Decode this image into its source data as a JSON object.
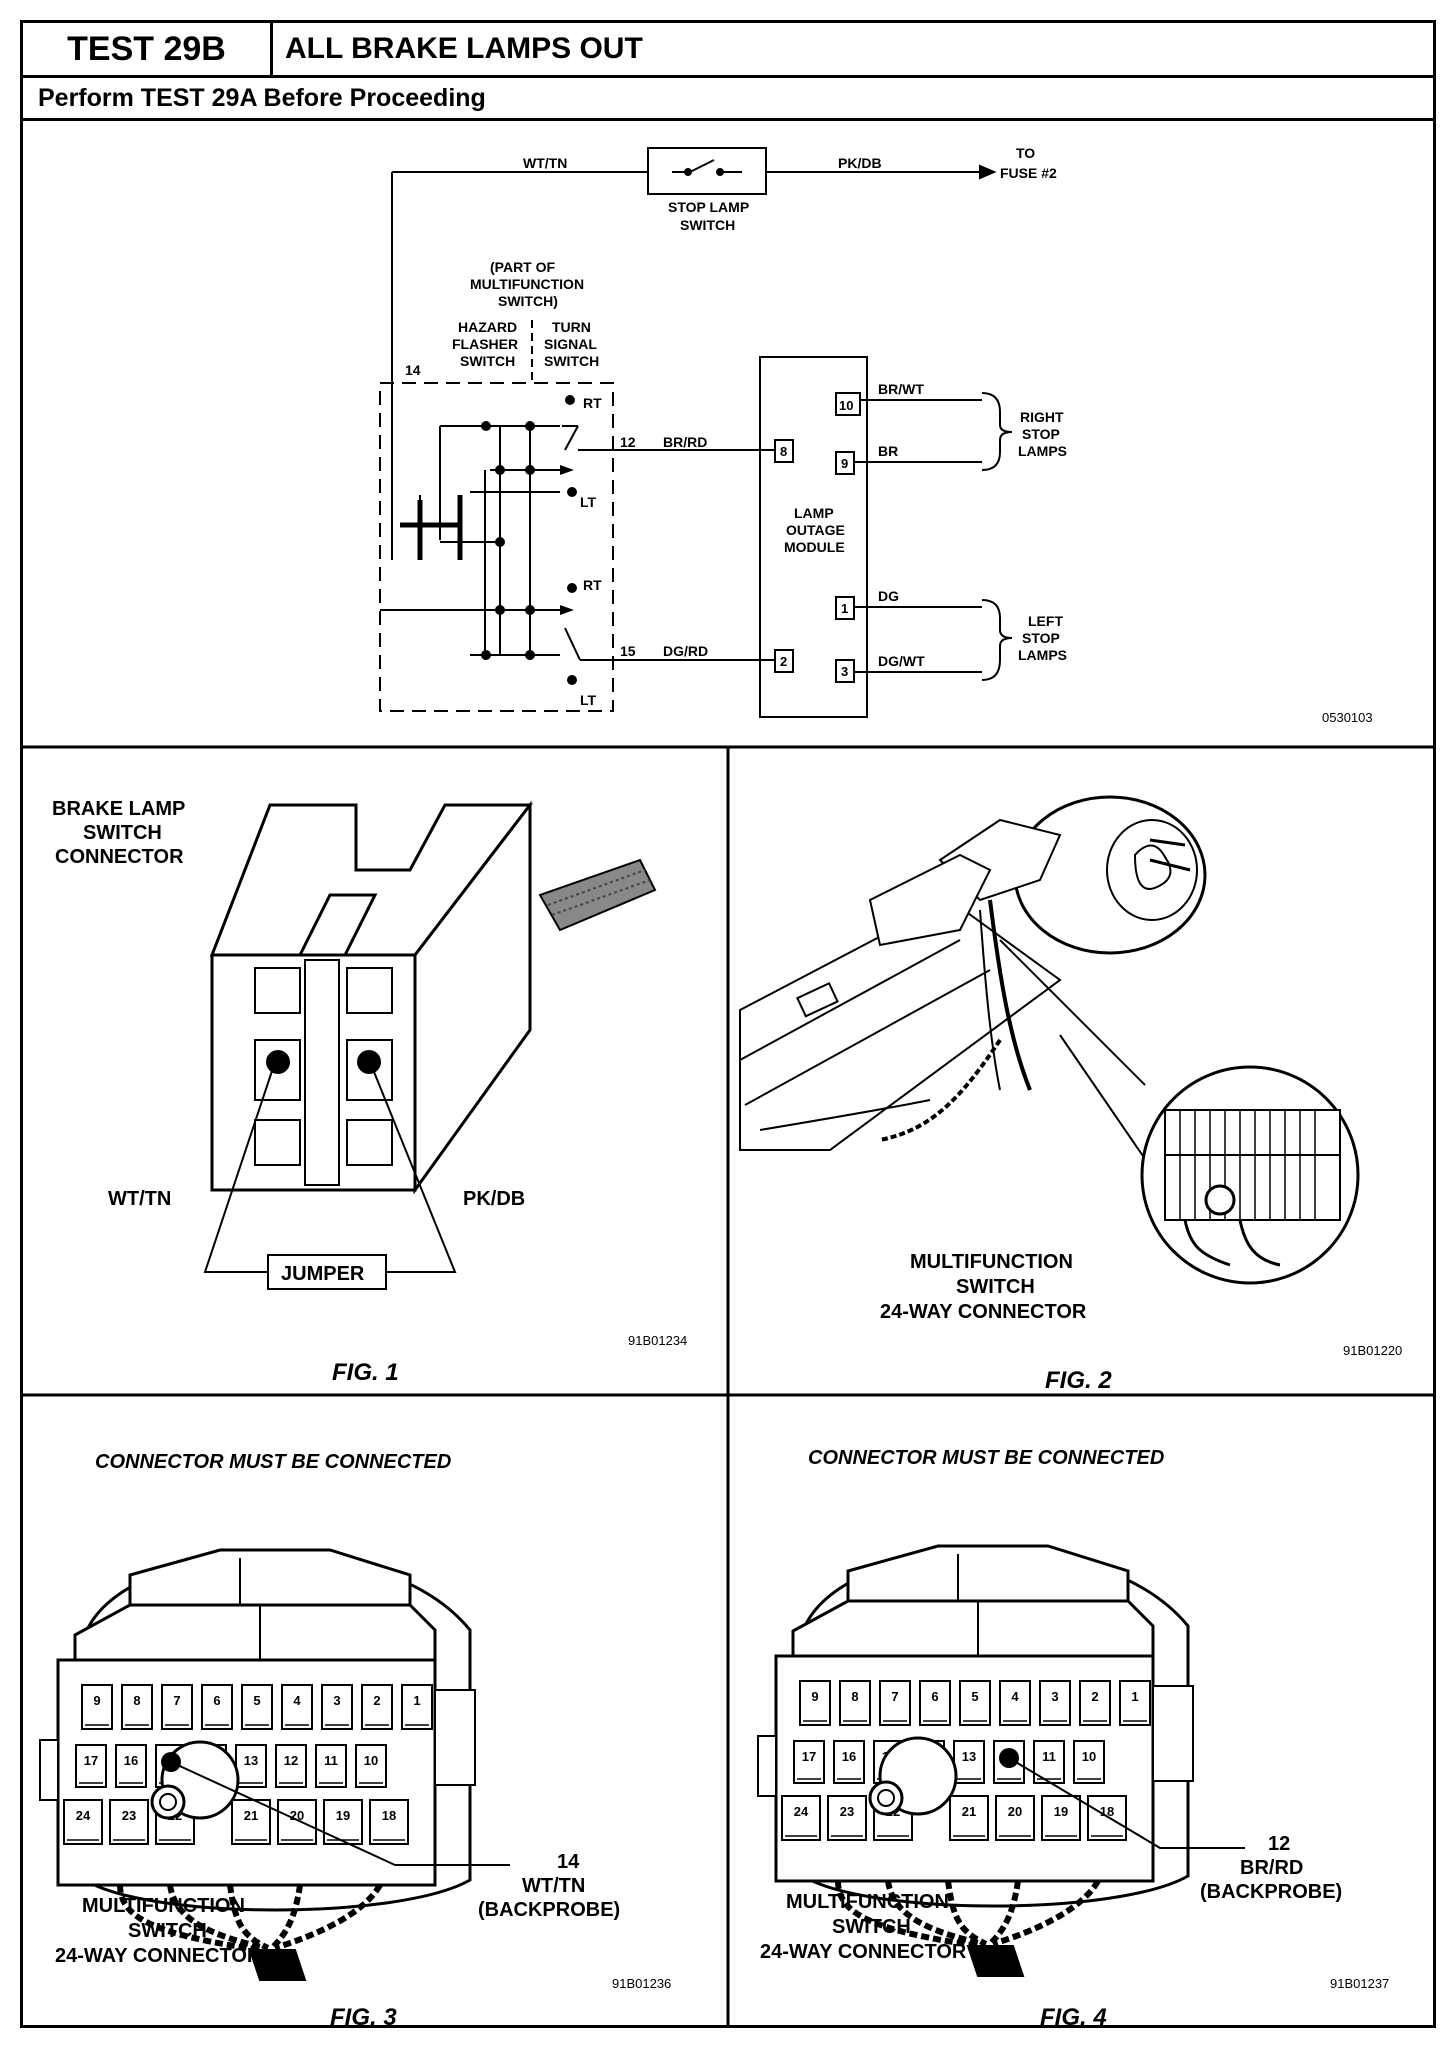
{
  "header": {
    "test_id": "TEST 29B",
    "title": "ALL BRAKE LAMPS OUT",
    "subtitle": "Perform TEST 29A Before Proceeding"
  },
  "schematic": {
    "wire_wt_tn": "WT/TN",
    "wire_pk_db": "PK/DB",
    "to_fuse_1": "TO",
    "to_fuse_2": "FUSE #2",
    "stop_lamp_switch_1": "STOP LAMP",
    "stop_lamp_switch_2": "SWITCH",
    "part_of_1": "(PART OF",
    "part_of_2": "MULTIFUNCTION",
    "part_of_3": "SWITCH)",
    "hazard_1": "HAZARD",
    "hazard_2": "FLASHER",
    "hazard_3": "SWITCH",
    "turn_1": "TURN",
    "turn_2": "SIGNAL",
    "turn_3": "SWITCH",
    "pin_14": "14",
    "pin_12": "12",
    "pin_15": "15",
    "rt": "RT",
    "lt": "LT",
    "wire_br_rd": "BR/RD",
    "wire_dg_rd": "DG/RD",
    "module_1": "LAMP",
    "module_2": "OUTAGE",
    "module_3": "MODULE",
    "term_10": "10",
    "term_9": "9",
    "term_8": "8",
    "term_1": "1",
    "term_2": "2",
    "term_3": "3",
    "wire_br_wt": "BR/WT",
    "wire_br": "BR",
    "wire_dg": "DG",
    "wire_dg_wt": "DG/WT",
    "right_1": "RIGHT",
    "right_2": "STOP",
    "right_3": "LAMPS",
    "left_1": "LEFT",
    "left_2": "STOP",
    "left_3": "LAMPS",
    "code": "0530103"
  },
  "fig1": {
    "title_1": "BRAKE LAMP",
    "title_2": "SWITCH",
    "title_3": "CONNECTOR",
    "wire_left": "WT/TN",
    "wire_right": "PK/DB",
    "jumper": "JUMPER",
    "code": "91B01234",
    "caption": "FIG. 1"
  },
  "fig2": {
    "label_1": "MULTIFUNCTION",
    "label_2": "SWITCH",
    "label_3": "24-WAY CONNECTOR",
    "code": "91B01220",
    "caption": "FIG. 2"
  },
  "fig3": {
    "top_label": "CONNECTOR MUST BE CONNECTED",
    "pin_label_1": "14",
    "pin_label_2": "WT/TN",
    "pin_label_3": "(BACKPROBE)",
    "label_1": "MULTIFUNCTION",
    "label_2": "SWITCH",
    "label_3": "24-WAY CONNECTOR",
    "code": "91B01236",
    "caption": "FIG. 3"
  },
  "fig4": {
    "top_label": "CONNECTOR MUST BE CONNECTED",
    "pin_label_1": "12",
    "pin_label_2": "BR/RD",
    "pin_label_3": "(BACKPROBE)",
    "label_1": "MULTIFUNCTION",
    "label_2": "SWITCH",
    "label_3": "24-WAY CONNECTOR",
    "code": "91B01237",
    "caption": "FIG. 4"
  },
  "connector_pins": {
    "row1": [
      "9",
      "8",
      "7",
      "6",
      "5",
      "4",
      "3",
      "2",
      "1"
    ],
    "row2": [
      "17",
      "16",
      "15",
      "14",
      "13",
      "12",
      "11",
      "10"
    ],
    "row3": [
      "24",
      "23",
      "22",
      "21",
      "20",
      "19",
      "18"
    ]
  }
}
